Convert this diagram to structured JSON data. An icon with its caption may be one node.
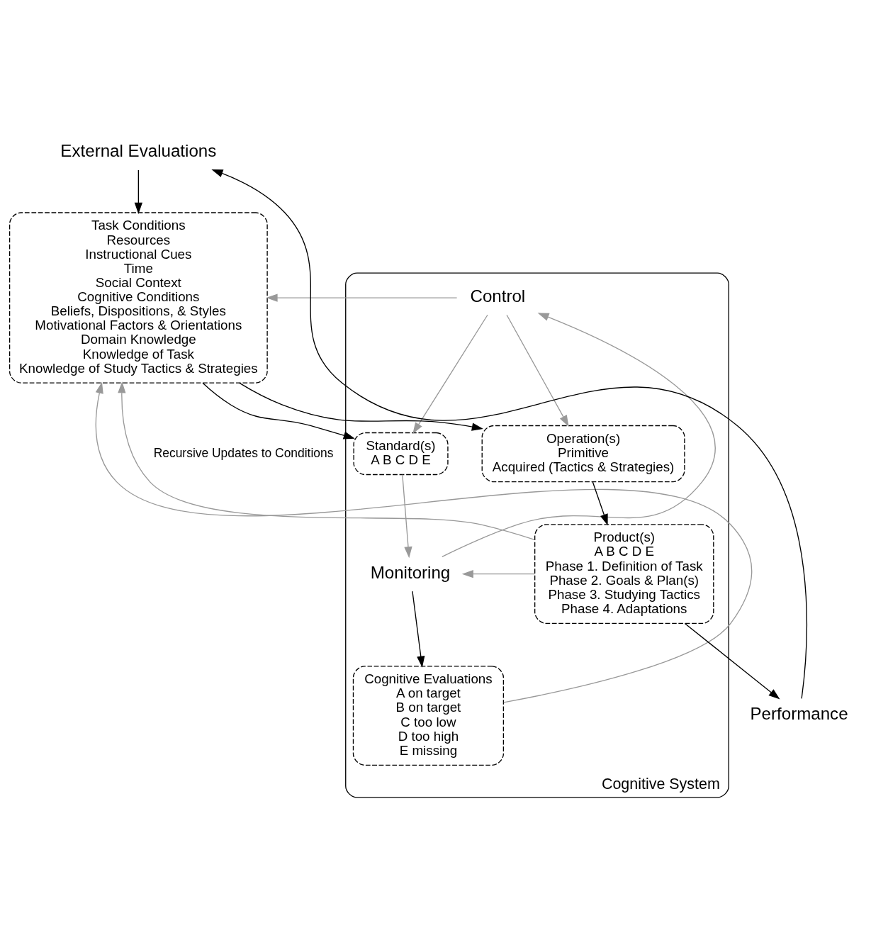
{
  "diagram": {
    "nodes": [
      {
        "text": [
          "Cognitive System"
        ]
      },
      {
        "text": [
          "Task Conditions",
          "Resources",
          "Instructional Cues",
          "Time",
          "Social Context",
          "Cognitive Conditions",
          "Beliefs, Dispositions, & Styles",
          "Motivational Factors & Orientations",
          "Domain Knowledge",
          "Knowledge of Task",
          "Knowledge of Study Tactics & Strategies"
        ]
      },
      {
        "text": [
          "External Evaluations"
        ]
      },
      {
        "text": [
          "Standard(s)",
          "A B C D E"
        ],
        "in": 0
      },
      {
        "text": [
          "Control"
        ],
        "in": 0
      },
      {
        "text": [
          "Monitoring"
        ],
        "in": 0
      },
      {
        "text": [
          "Cognitive Evaluations",
          "A on target",
          "B on target",
          "C too low",
          "D too high",
          "E missing"
        ],
        "in": 0
      },
      {
        "text": [
          "Operation(s)",
          "Primitive",
          "Acquired (Tactics & Strategies)"
        ],
        "in": 0
      },
      {
        "text": [
          "Product(s)",
          "A B C D E",
          "Phase 1. Definition of Task",
          "Phase 2. Goals & Plan(s)",
          "Phase 3. Studying Tactics",
          "Phase 4. Adaptations"
        ],
        "in": 0
      },
      {
        "text": [
          "Performance"
        ]
      }
    ],
    "edges": [
      {
        "from": 2,
        "to": 1,
        "arrow": "to",
        "color": "#000000"
      },
      {
        "from": 1,
        "to": 3,
        "arrow": "to",
        "color": "#000000"
      },
      {
        "from": 1,
        "to": 7,
        "arrow": "to",
        "color": "#000000"
      },
      {
        "from": 4,
        "to": 1,
        "arrow": "to",
        "color": "#999999"
      },
      {
        "from": 4,
        "to": 3,
        "arrow": "to",
        "color": "#999999"
      },
      {
        "from": 4,
        "to": 7,
        "arrow": "to",
        "color": "#999999"
      },
      {
        "from": 3,
        "to": 5,
        "arrow": "to",
        "color": "#999999"
      },
      {
        "from": 5,
        "to": 4,
        "arrow": "to",
        "color": "#999999"
      },
      {
        "from": 5,
        "to": 6,
        "arrow": "to",
        "color": "#000000"
      },
      {
        "from": 6,
        "to": 1,
        "arrow": "to",
        "color": "#999999"
      },
      {
        "from": 8,
        "to": 5,
        "arrow": "to",
        "color": "#999999"
      },
      {
        "from": 7,
        "to": 8,
        "arrow": "to",
        "color": "#000000"
      },
      {
        "from": 8,
        "to": 9,
        "arrow": "to",
        "color": "#000000"
      },
      {
        "from": 9,
        "to": 2,
        "arrow": "to",
        "color": "#000000"
      },
      {
        "from": 8,
        "to": 1,
        "arrow": "to",
        "color": "#999999",
        "label": "Recursive Updates to Conditions"
      }
    ]
  }
}
